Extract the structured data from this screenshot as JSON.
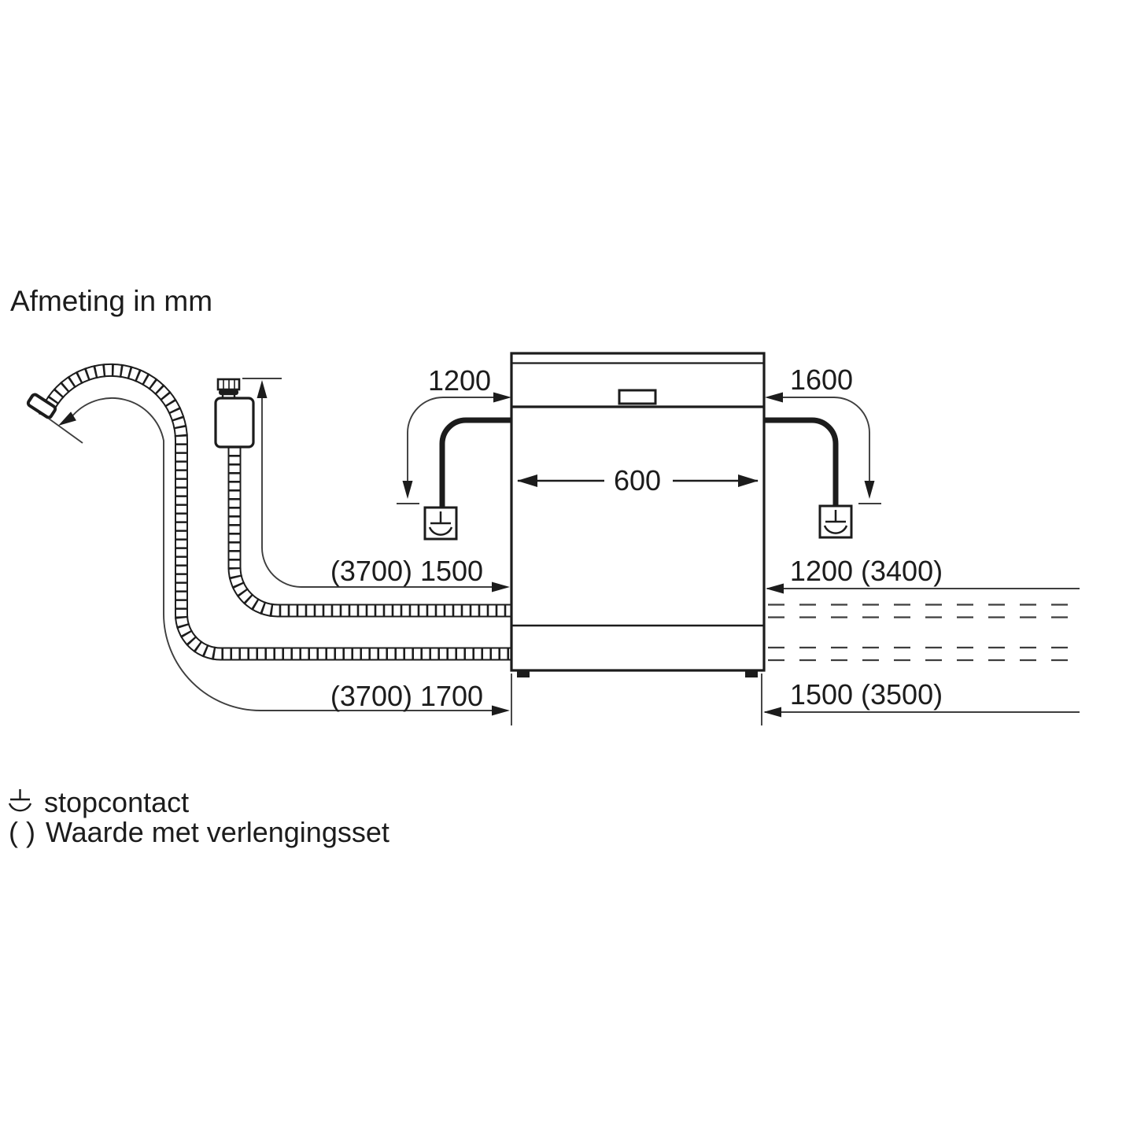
{
  "title": "Afmeting in mm",
  "diagram": {
    "unit_note": "mm",
    "dims": {
      "cord_left": "1200",
      "cord_right": "1600",
      "appliance_width": "600",
      "supply_hose": "(3700) 1500",
      "right_mid": "1200 (3400)",
      "drain_hose": "(3700) 1700",
      "right_bottom": "1500 (3500)"
    },
    "icons": {
      "socket": "stopcontact-icon",
      "drain_hose": "corrugated-drain-hose",
      "supply_hose": "corrugated-supply-hose-with-aquastop",
      "appliance": "dishwasher-front-outline"
    }
  },
  "legend": {
    "socket_label": "stopcontact",
    "extension_symbol": "( )",
    "extension_label": "Waarde met verlengingsset"
  },
  "colors": {
    "ink": "#1c1c1c",
    "thin_line": "#3e3e3e",
    "background": "#ffffff"
  }
}
